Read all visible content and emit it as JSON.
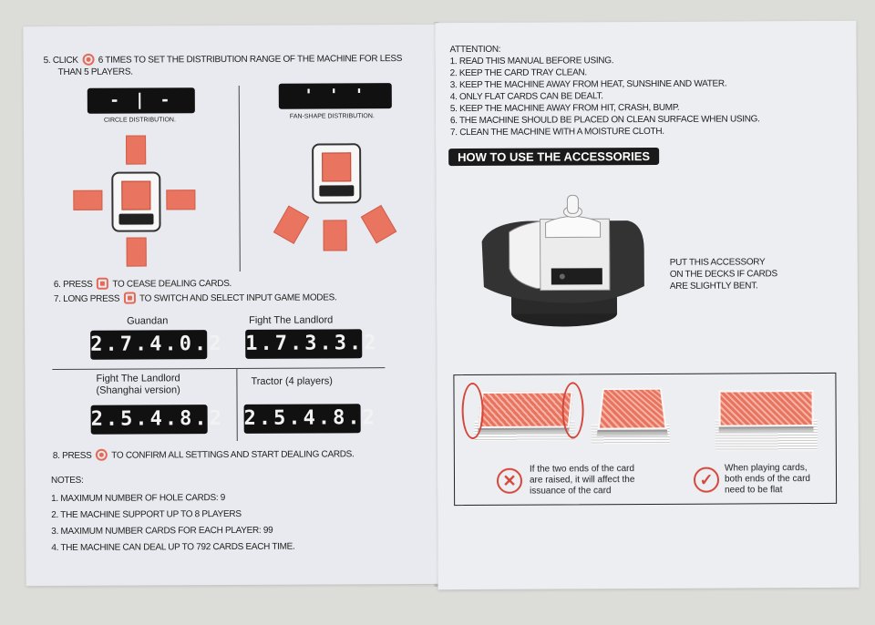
{
  "left_page": {
    "step5_a": "5. CLICK",
    "step5_b": "6 TIMES TO SET THE DISTRIBUTION RANGE OF THE MACHINE FOR LESS",
    "step5_c": "THAN 5  PLAYERS.",
    "circle_display": "- | -",
    "circle_label": "CIRCLE DISTRIBUTION.",
    "fan_display": "' ' '",
    "fan_label": "FAN-SHAPE DISTRIBUTION.",
    "step6_a": "6. PRESS",
    "step6_b": "TO CEASE DEALING CARDS.",
    "step7_a": "7. LONG PRESS",
    "step7_b": "TO SWITCH AND SELECT INPUT GAME MODES.",
    "modes": [
      {
        "name": "Guandan",
        "display": "2.7.4.0.2"
      },
      {
        "name": "Fight The Landlord",
        "display": "1.7.3.3.2"
      },
      {
        "name": "Fight The Landlord\n(Shanghai version)",
        "display": "2.5.4.8.2"
      },
      {
        "name": "Tractor (4 players)",
        "display": "2.5.4.8.2"
      }
    ],
    "step8_a": "8. PRESS",
    "step8_b": "TO CONFIRM ALL SETTINGS AND START DEALING CARDS.",
    "notes_title": "NOTES:",
    "notes": [
      "1. MAXIMUM NUMBER OF HOLE CARDS: 9",
      "2. THE MACHINE SUPPORT UP TO 8 PLAYERS",
      "3. MAXIMUM  NUMBER CARDS FOR EACH PLAYER: 99",
      "4. THE MACHINE CAN DEAL UP TO 792 CARDS EACH TIME."
    ]
  },
  "right_page": {
    "attention_title": "ATTENTION:",
    "attention": [
      "1. READ THIS MANUAL BEFORE USING.",
      "2. KEEP THE CARD TRAY CLEAN.",
      "3. KEEP THE MACHINE AWAY FROM HEAT, SUNSHINE AND WATER.",
      "4. ONLY FLAT CARDS CAN BE DEALT.",
      "5. KEEP THE MACHINE AWAY FROM HIT, CRASH, BUMP.",
      "6. THE MACHINE SHOULD BE PLACED ON CLEAN SURFACE WHEN USING.",
      "7. CLEAN THE MACHINE WITH A MOISTURE CLOTH."
    ],
    "banner": "HOW TO USE THE ACCESSORIES",
    "accessory_note": [
      "PUT THIS ACCESSORY",
      "ON THE DECKS IF CARDS",
      "ARE SLIGHTLY BENT."
    ],
    "bad_note": [
      "If the two ends of the card",
      "are raised, it will affect the",
      "issuance of the card"
    ],
    "good_note": [
      "When playing cards,",
      "both ends of the card",
      "need to be flat"
    ]
  },
  "colors": {
    "accent": "#e46a57",
    "paper": "#e9eaef",
    "lcd": "#111111"
  }
}
